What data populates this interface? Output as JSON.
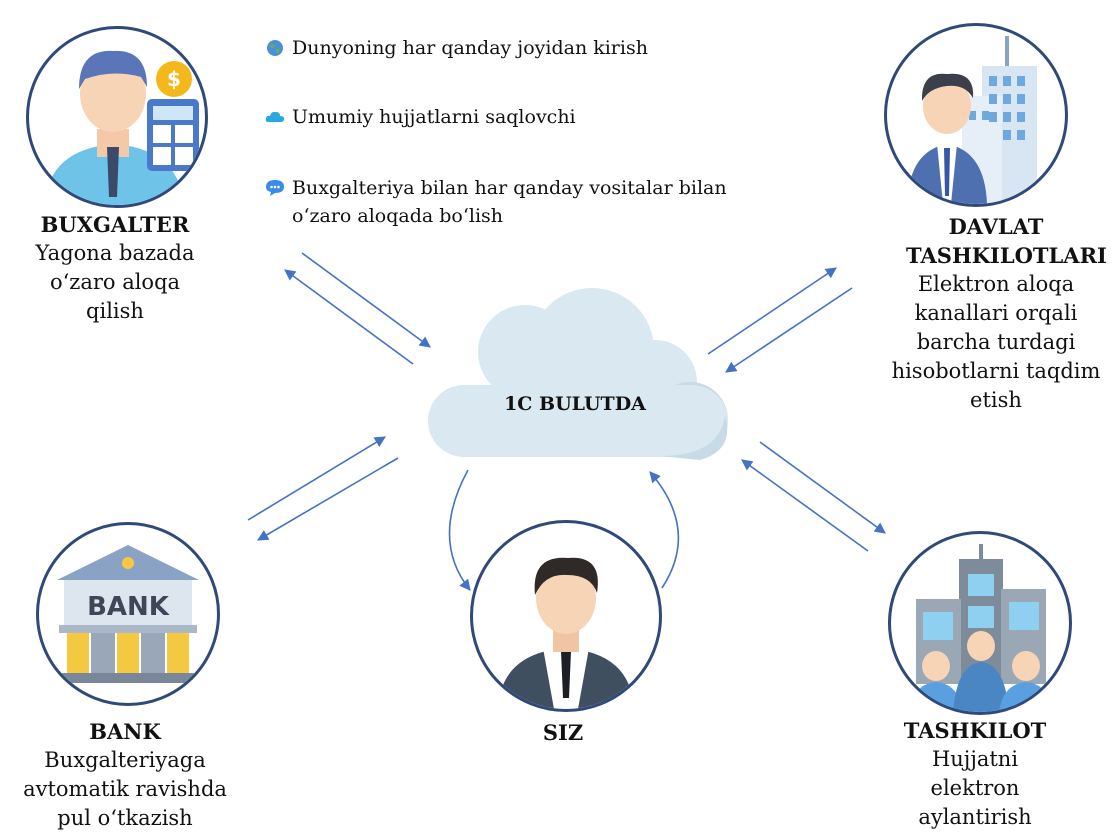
{
  "features": [
    {
      "icon": "globe-icon",
      "text": "Dunyoning har qanday joyidan kirish"
    },
    {
      "icon": "cloud-icon",
      "text": "Umumiy hujjatlarni saqlovchi"
    },
    {
      "icon": "chat-bubble-icon",
      "text": "Buxgalteriya bilan har qanday vositalar bilan o‘zaro aloqada bo‘lish"
    }
  ],
  "center": {
    "label": "1C BULUTDA"
  },
  "nodes": {
    "buxgalter": {
      "title": "BUXGALTER",
      "desc": "Yagona bazada o‘zaro aloqa qilish",
      "icon": "accountant-icon"
    },
    "davlat": {
      "title": "DAVLAT TASHKILOTLARI",
      "desc": "Elektron aloqa kanallari orqali barcha turdagi hisobotlarni taqdim etish",
      "icon": "government-official-icon"
    },
    "bank": {
      "title": "BANK",
      "desc": "Buxgalteriyaga avtomatik ravishda pul o‘tkazish",
      "icon": "bank-icon",
      "sign": "BANK"
    },
    "siz": {
      "title": "SIZ",
      "icon": "businessman-icon"
    },
    "tashkilot": {
      "title": "TASHKILOT",
      "desc": "Hujjatni elektron aylantirish",
      "icon": "office-buildings-icon"
    }
  },
  "colors": {
    "arrow": "#4472c4",
    "circle_border": "#2f4a7a",
    "cloud": "#d6e6f0"
  }
}
